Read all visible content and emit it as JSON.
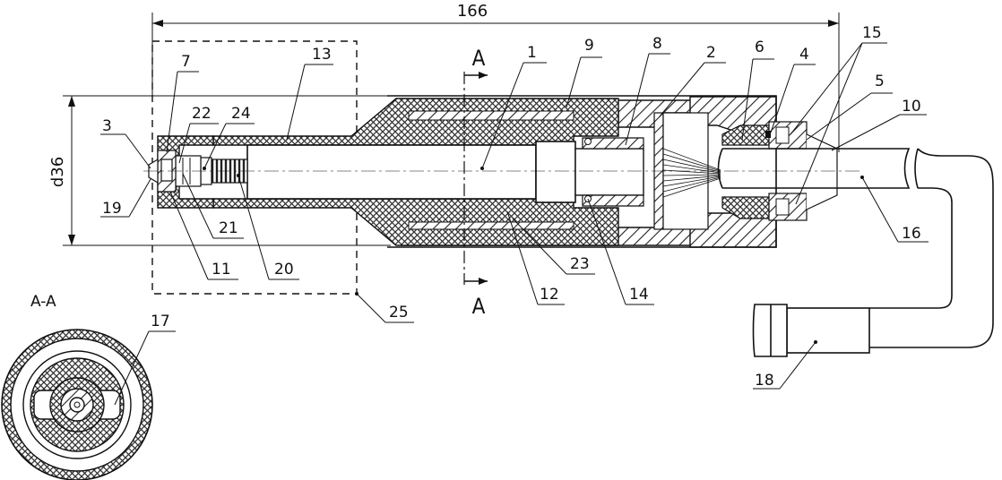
{
  "drawing": {
    "overall_length": "166",
    "diameter": "d36",
    "section_mark": "A",
    "section_view_title": "A-A",
    "callouts": [
      "1",
      "2",
      "3",
      "4",
      "5",
      "6",
      "7",
      "8",
      "9",
      "10",
      "11",
      "12",
      "13",
      "14",
      "15",
      "16",
      "17",
      "18",
      "19",
      "20",
      "21",
      "22",
      "23",
      "24",
      "25"
    ]
  }
}
